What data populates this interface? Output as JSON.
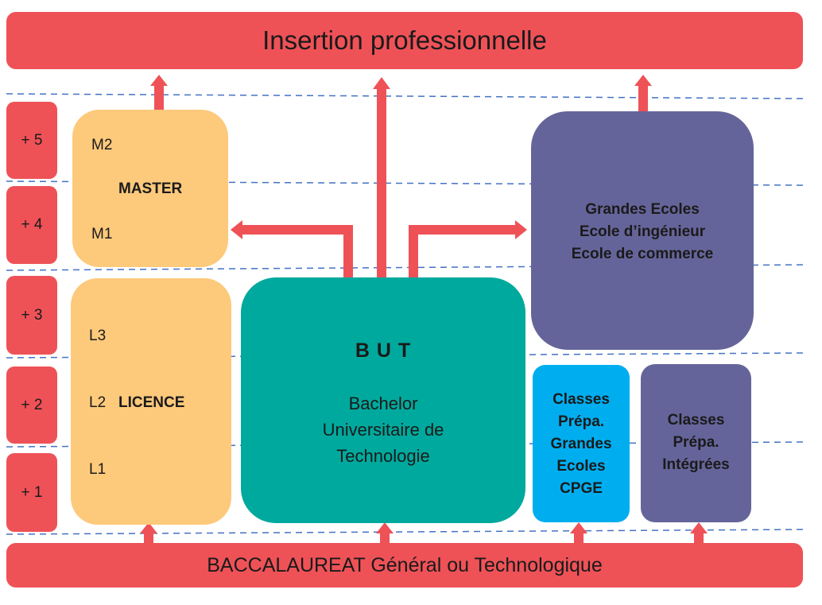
{
  "top_bar": {
    "label": "Insertion professionnelle"
  },
  "bottom_bar": {
    "label": "BACCALAUREAT Général ou Technologique"
  },
  "levels": [
    "+ 5",
    "+ 4",
    "+ 3",
    "+ 2",
    "+ 1"
  ],
  "master": {
    "title": "MASTER",
    "m2": "M2",
    "m1": "M1"
  },
  "licence": {
    "title": "LICENCE",
    "l3": "L3",
    "l2": "L2",
    "l1": "L1"
  },
  "but": {
    "title": "B U T",
    "line1": "Bachelor",
    "line2": "Universitaire de",
    "line3": "Technologie"
  },
  "grandes_ecoles": {
    "line1": "Grandes Ecoles",
    "line2": "Ecole d’ingénieur",
    "line3": "Ecole de commerce"
  },
  "cpge": {
    "line1": "Classes",
    "line2": "Prépa.",
    "line3": "Grandes",
    "line4": "Ecoles",
    "line5": "CPGE"
  },
  "cpi": {
    "line1": "Classes",
    "line2": "Prépa.",
    "line3": "Intégrées"
  },
  "colors": {
    "red": "#ee5257",
    "orange": "#fdc97b",
    "teal": "#00a99d",
    "purple": "#65649a",
    "blue": "#00aef0",
    "dash": "#4472c4"
  }
}
